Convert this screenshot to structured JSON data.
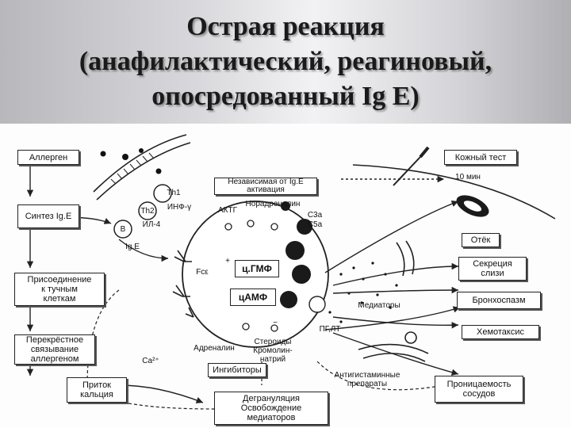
{
  "title": {
    "line1": "Острая реакция",
    "line2": "(анафилактический, реагиновый,",
    "line3": "опосредованный Ig E)"
  },
  "left_boxes": {
    "allergen": "Аллерген",
    "synthesis": "Синтез Ig.E",
    "attachment": "Присоединение\nк тучным\nклеткам",
    "crosslinking": "Перекрёстное\nсвязывание\nаллергеном",
    "calcium_influx": "Приток\nкальция"
  },
  "right_boxes": {
    "skin_test": "Кожный тест",
    "edema": "Отёк",
    "mucus": "Секреция\nслизи",
    "bronchospasm": "Бронхоспазм",
    "chemotaxis": "Хемотаксис",
    "permeability": "Проницаемость\nсосудов"
  },
  "center_boxes": {
    "independent": "Независимая от Ig.E\nактивация",
    "cgmp": "ц.ГМФ",
    "camp": "цАМФ",
    "inhibitors": "Ингибиторы",
    "degranulation": "Дегрануляция\nОсвобождение\nмедиаторов"
  },
  "labels": {
    "th1": "Th1",
    "th2": "Th2",
    "b_cell": "B",
    "ifn": "ИНФ-γ",
    "il4": "ИЛ-4",
    "ige": "Ig.E",
    "acth": "АКТГ",
    "noradrenaline": "Норадреналин",
    "c3a": "С3а",
    "c5a": "С5а",
    "fce": "Fcε",
    "adrenaline": "Адреналин",
    "steroids": "Стероиды\nКромолин-\nнатрий",
    "pg_lt": "ПГ,ЛТ",
    "mediators": "Медиаторы",
    "ten_min": "10 мин",
    "ca": "Ca²⁺",
    "antihistamines": "Антигистаминные\nпрепараты",
    "plus": "+",
    "minus": "−"
  }
}
